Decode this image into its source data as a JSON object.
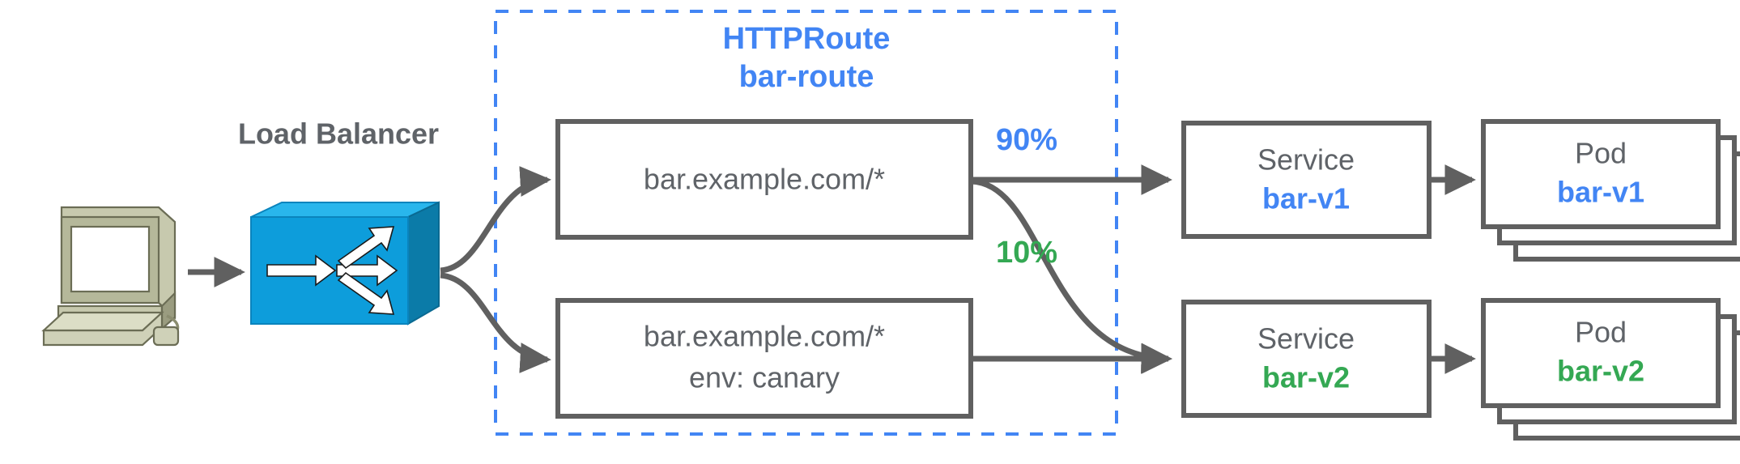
{
  "diagram": {
    "title_group": {
      "line1": "HTTPRoute",
      "line2": "bar-route"
    },
    "client": {
      "icon": "desktop-computer-icon"
    },
    "load_balancer": {
      "label": "Load Balancer",
      "icon": "load-balancer-switch-icon"
    },
    "route_rules": [
      {
        "id": "rule-top",
        "line1": "bar.example.com/*",
        "line2": ""
      },
      {
        "id": "rule-bottom",
        "line1": "bar.example.com/*",
        "line2": "env: canary"
      }
    ],
    "weights": [
      {
        "id": "weight-90",
        "label": "90%",
        "color": "#4285f4",
        "value": 90
      },
      {
        "id": "weight-10",
        "label": "10%",
        "color": "#34a853",
        "value": 10
      }
    ],
    "services": [
      {
        "id": "service-bar-v1",
        "kind": "Service",
        "name": "bar-v1",
        "color": "#4285f4"
      },
      {
        "id": "service-bar-v2",
        "kind": "Service",
        "name": "bar-v2",
        "color": "#34a853"
      }
    ],
    "pods": [
      {
        "id": "pod-bar-v1",
        "kind": "Pod",
        "name": "bar-v1",
        "color": "#4285f4",
        "replicas": 3
      },
      {
        "id": "pod-bar-v2",
        "kind": "Pod",
        "name": "bar-v2",
        "color": "#34a853",
        "replicas": 3
      }
    ],
    "colors": {
      "blue": "#4285f4",
      "green": "#34a853",
      "gray_text": "#5f6368",
      "gray_stroke": "#606060",
      "lb_blue": "#0d9ddb",
      "computer_beige": "#b5b89a"
    }
  }
}
